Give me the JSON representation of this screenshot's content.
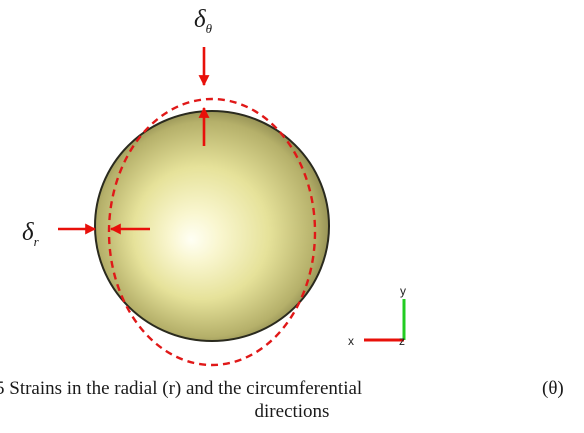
{
  "labels": {
    "delta_theta_main": "δ",
    "delta_theta_sub": "θ",
    "delta_r_main": "δ",
    "delta_r_sub": "r"
  },
  "axes": {
    "y_label": "y",
    "x_label": "x",
    "z_label": "z"
  },
  "caption": {
    "line1": "5 Strains in the radial (r) and the circumferential",
    "theta": "(θ)",
    "line2": "directions"
  },
  "colors": {
    "arrow": "#e8100a",
    "dashed_outline": "#e01818",
    "sphere_light": "#fffff2",
    "sphere_mid": "#e6e29a",
    "sphere_dark": "#6f6c3a",
    "axis_y": "#22cc22",
    "axis_x": "#e8100a"
  }
}
